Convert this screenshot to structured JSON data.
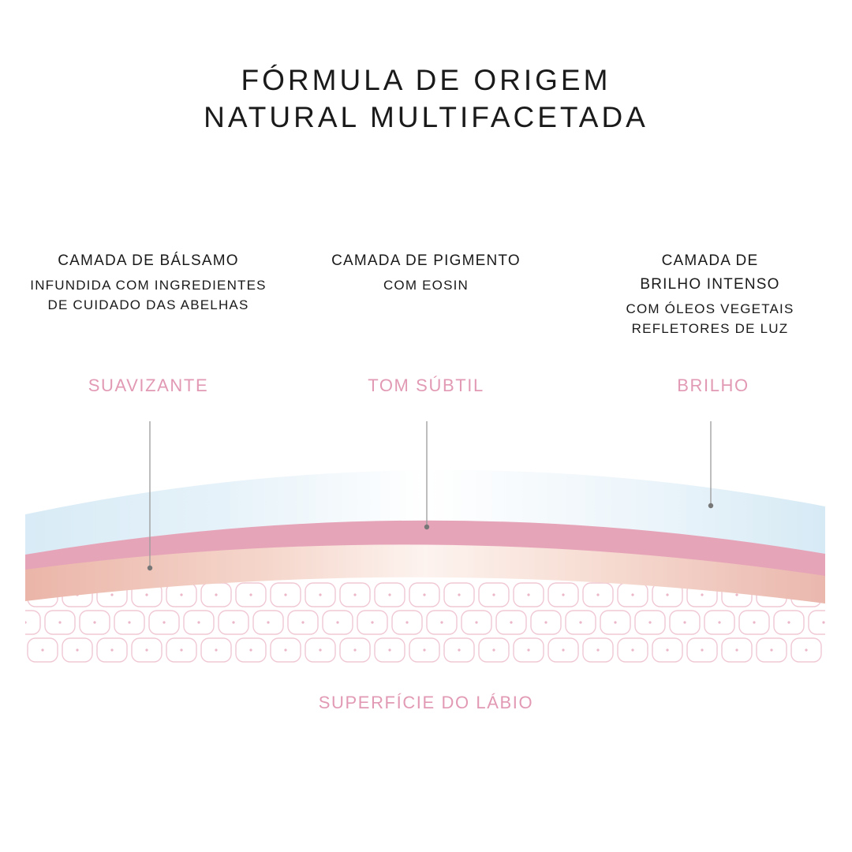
{
  "title": {
    "line1": "FÓRMULA DE ORIGEM",
    "line2": "NATURAL MULTIFACETADA"
  },
  "layers": [
    {
      "heading": [
        "CAMADA DE BÁLSAMO"
      ],
      "description": [
        "INFUNDIDA COM INGREDIENTES",
        "DE CUIDADO DAS ABELHAS"
      ],
      "benefit": "SUAVIZANTE"
    },
    {
      "heading": [
        "CAMADA DE PIGMENTO"
      ],
      "description": [
        "COM EOSIN"
      ],
      "benefit": "TOM SÚBTIL"
    },
    {
      "heading": [
        "CAMADA DE",
        "BRILHO INTENSO"
      ],
      "description": [
        "COM ÓLEOS VEGETAIS",
        "REFLETORES DE LUZ"
      ],
      "benefit": "BRILHO"
    }
  ],
  "surface_label": "SUPERFÍCIE DO LÁBIO",
  "colors": {
    "accent_pink": "#e29ab4",
    "pigment_layer": "#e6a2b6",
    "gloss_layer": "#d6eaf5",
    "balm_layer": "#eebcb0",
    "cell_outline": "#f0c8d4",
    "pointer_line": "#9a9a9a"
  }
}
